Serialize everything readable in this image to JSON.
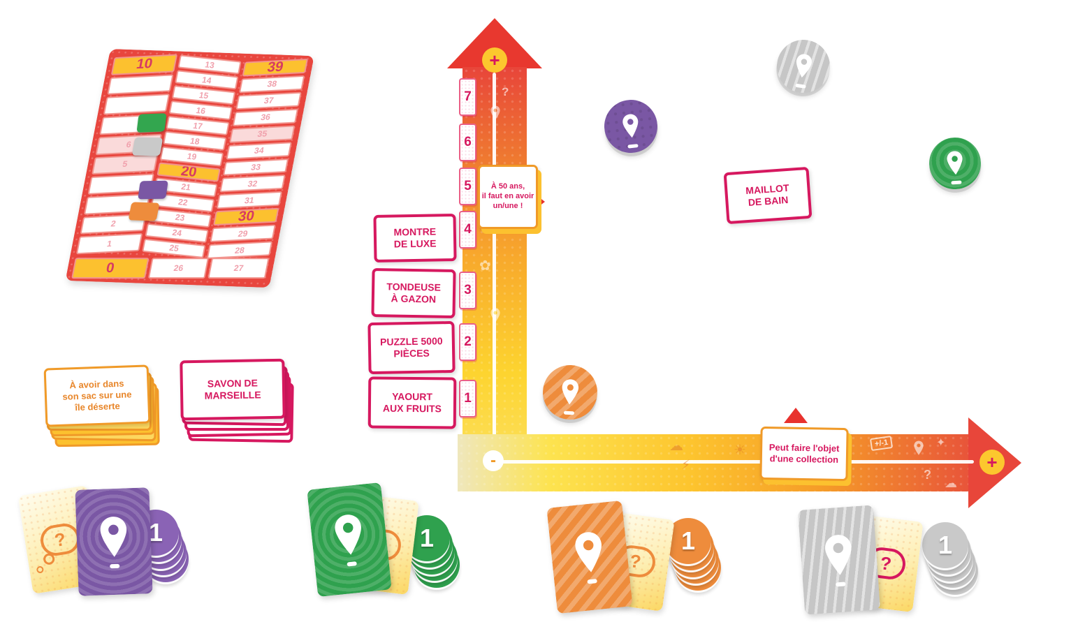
{
  "colors": {
    "crimson": "#d6185f",
    "orange": "#f09a28",
    "yellow": "#fcc12f",
    "red": "#e8463e",
    "purple": "#7a57a4",
    "green": "#2fa14e",
    "gray": "#c6c6c6",
    "orange_token": "#ee8c3c"
  },
  "scoreboard": {
    "left": [
      "10",
      "",
      "",
      "",
      "6",
      "5",
      "",
      "",
      "2",
      "1"
    ],
    "mid": [
      "13",
      "14",
      "15",
      "16",
      "17",
      "18",
      "19",
      "20",
      "21",
      "22",
      "23",
      "24",
      "25"
    ],
    "right": [
      "39",
      "38",
      "37",
      "36",
      "35",
      "34",
      "33",
      "32",
      "31",
      "30",
      "29",
      "28"
    ],
    "bottom": [
      "0",
      "26",
      "27"
    ]
  },
  "value_track": {
    "plus": "+",
    "levels": [
      "7",
      "6",
      "5",
      "4",
      "3",
      "2",
      "1"
    ]
  },
  "price_track": {
    "minus": "-",
    "plus": "+",
    "plusminus_doodle": "+/-1",
    "question_doodle": "?"
  },
  "cards": {
    "montre": "MONTRE\nDE LUXE",
    "tondeuse": "TONDEUSE\nÀ GAZON",
    "puzzle": "PUZZLE 5000\nPIÈCES",
    "yaourt": "YAOURT\nAUX FRUITS",
    "savon": "SAVON DE\nMARSEILLE",
    "maillot": "MAILLOT\nDE BAIN",
    "a50ans": "À 50 ans,\nil faut en avoir\nun/une !",
    "collection": "Peut faire l'objet\nd'une collection",
    "ile": "À avoir dans\nson sac sur une\nîle déserte"
  },
  "players": {
    "chip_value": "1",
    "question": "?"
  }
}
